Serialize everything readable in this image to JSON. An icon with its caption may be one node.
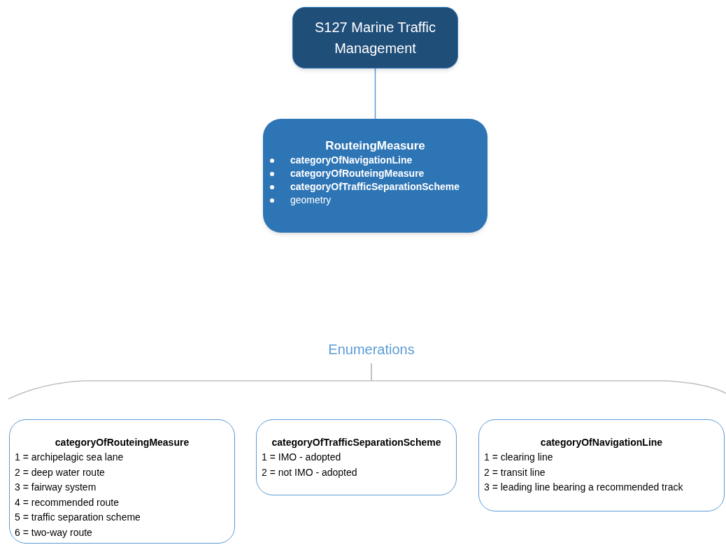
{
  "diagram": {
    "nodes": [
      {
        "text": [
          "S127 Marine Traffic Management"
        ]
      },
      {
        "text": [
          "RouteingMeasure",
          "**categoryOfNavigationLine**",
          "**categoryOfRouteingMeasure**",
          "**categoryOfTrafficSeparationScheme**",
          "geometry"
        ]
      },
      {
        "text": [
          "categoryOfRouteingMeasure",
          "1 = archipelagic sea lane",
          "2 = deep water route",
          "3 = fairway system",
          "4 = recommended route",
          "5 = traffic separation scheme",
          "6 = two-way route"
        ]
      },
      {
        "text": [
          "categoryOfTrafficSeparationScheme",
          "1 = IMO - adopted",
          "2 = not IMO - adopted"
        ]
      },
      {
        "text": [
          "categoryOfNavigationLine",
          "1 = clearing line",
          "2 = transit line",
          "3 = leading line bearing a recommended track"
        ]
      }
    ],
    "edges": [
      {
        "from": 0,
        "to": 1,
        "arrow": "none",
        "color": "#5b9bd5"
      }
    ],
    "labels": [
      "Enumerations"
    ]
  }
}
